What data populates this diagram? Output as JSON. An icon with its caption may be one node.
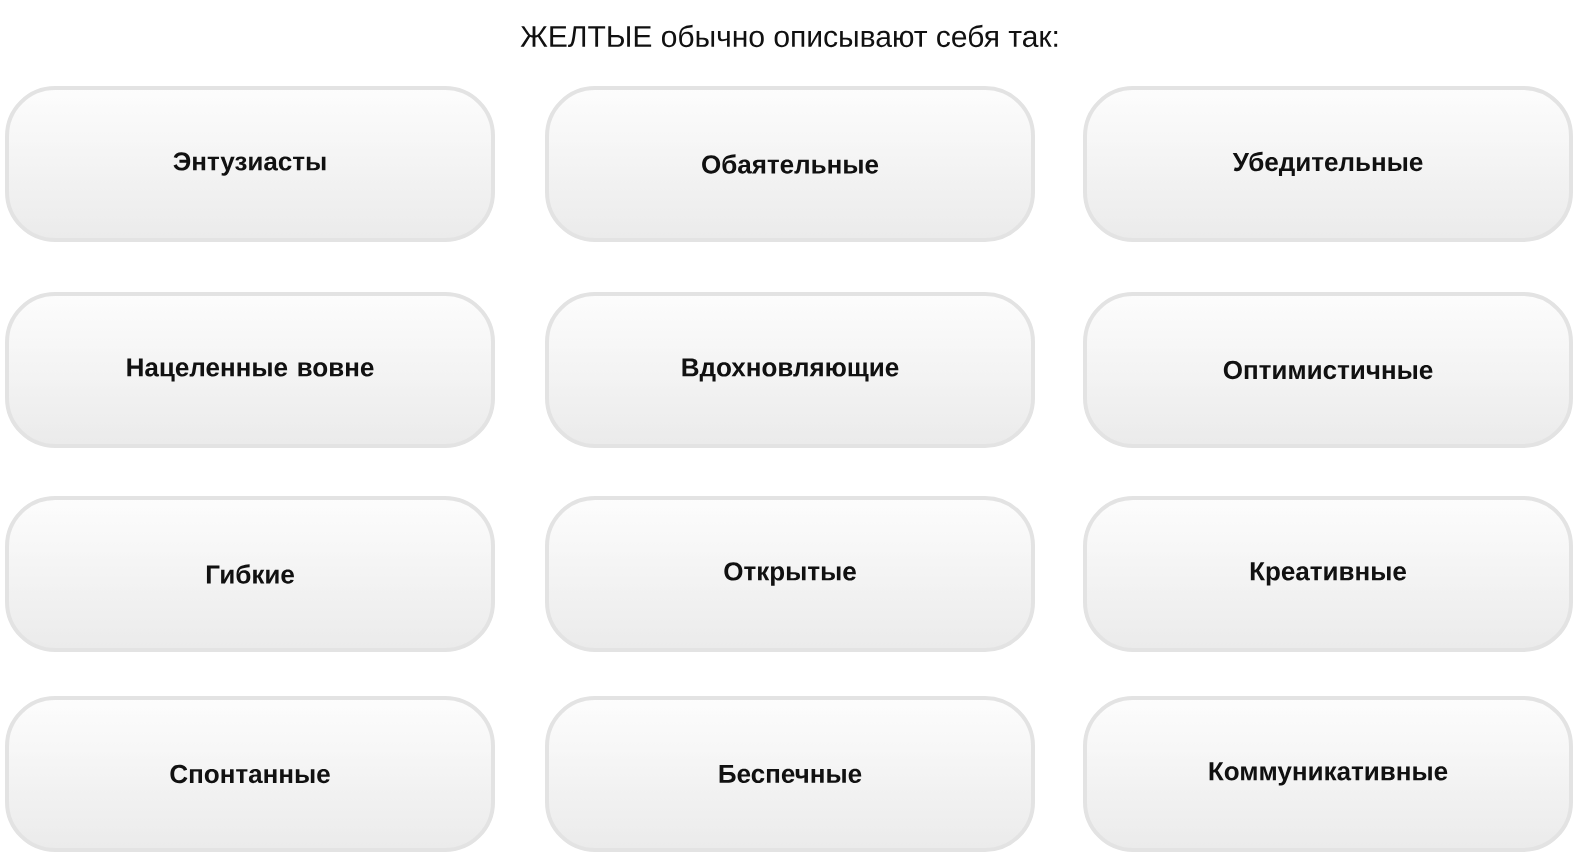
{
  "diagram": {
    "title": "ЖЕЛТЫЕ обычно описывают себя так:",
    "nodes": [
      {
        "text": [
          "Энтузиасты"
        ]
      },
      {
        "text": [
          "Обаятельные"
        ]
      },
      {
        "text": [
          "Убедительные"
        ]
      },
      {
        "text": [
          "Нацеленные вовне"
        ]
      },
      {
        "text": [
          "Вдохновляющие"
        ]
      },
      {
        "text": [
          "Оптимистичные"
        ]
      },
      {
        "text": [
          "Гибкие"
        ]
      },
      {
        "text": [
          "Открытые"
        ]
      },
      {
        "text": [
          "Креативные"
        ]
      },
      {
        "text": [
          "Спонтанные"
        ]
      },
      {
        "text": [
          "Беспечные"
        ]
      },
      {
        "text": [
          "Коммуникативные"
        ]
      }
    ]
  }
}
